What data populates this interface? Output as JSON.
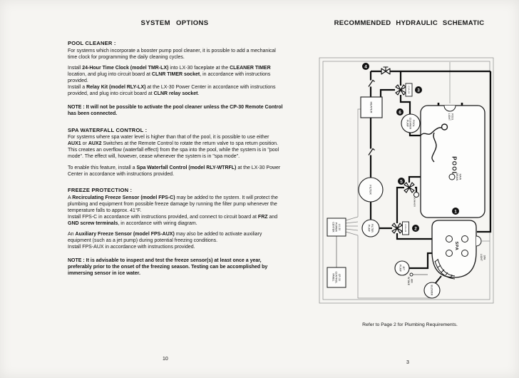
{
  "left": {
    "title": "SYSTEM  OPTIONS",
    "page_number": "10",
    "sections": [
      {
        "heading": "POOL CLEANER :",
        "paragraphs": [
          "For systems which incorporate a booster pump pool cleaner, it is possible to add a mechanical time clock for programming the daily cleaning cycles.",
          "Install **24-Hour Time Clock (model TMR-LX)** into LX-30 faceplate at the **CLEANER TIMER** location, and plug into circuit board at **CLNR TIMER socket**, in accordance with instructions provided.\nInstall a **Relay Kit (model RLY-LX)** at the LX-30 Power Center in accordance with instructions provided, and plug into circuit board at **CLNR relay socket**."
        ],
        "note": "**NOTE :  It will not be possible to activate the pool cleaner unless the CP-30 Remote Control has been connected.**"
      },
      {
        "heading": "SPA WATERFALL CONTROL :",
        "paragraphs": [
          "For systems where spa water level is higher than that of the pool, it is possible to use either **AUX1** or **AUX2** Switches at the Remote Control to rotate the return valve to spa return position.\nThis creates an overflow (waterfall effect) from the spa into the pool, while the system is in \"pool mode\".  The effect will, however, cease whenever the system is in \"spa mode\".",
          "To enable this feature, install a **Spa Waterfall Control (model RLY-WTRFL)** at the LX-30 Power Center in accordance with instructions provided."
        ],
        "note": ""
      },
      {
        "heading": "FREEZE PROTECTION :",
        "paragraphs": [
          "A **Recirculating Freeze Sensor (model FPS-C)** may be added to the system.  It will protect the plumbing and equipment from possible freeze damage by running the filter pump whenever the temperature falls to approx. 41°F.\nInstall FPS-C in accordance with instructions provided, and connect to circuit board at **FRZ** and **GND screw terminals**, in accordance with wiring diagram.",
          "An **Auxiliary Freeze Sensor (model FPS-AUX)** may also be added to activate auxiliary equipment (such as a jet pump) during potential freezing conditions.\nInstall FPS-AUX in accordance with instructions provided."
        ],
        "note": "**NOTE :  It is advisable to inspect and test the freeze sensor(s) at least once a year, preferably prior to the onset of the freezing season.  Testing can be accomplished by immersing sensor in ice water.**"
      }
    ]
  },
  "right": {
    "title": "RECOMMENDED  HYDRAULIC  SCHEMATIC",
    "caption": "Refer to Page 2 for Plumbing Requirements.",
    "page_number": "3",
    "schematic": {
      "labels": {
        "heater": "HEATER",
        "filter": "FILTER",
        "filter_pump_1": "FILTER",
        "filter_pump_2": "PUMP",
        "cleaner_pump_1": "POOL",
        "cleaner_pump_2": "CLEANER",
        "cleaner_pump_3": "PUMP",
        "jet_pump_1": "JET",
        "jet_pump_2": "PUMP",
        "blower": "BLOWER",
        "pool": "POOL",
        "spa": "SPA",
        "pool_light_1": "POOL",
        "pool_light_2": "LIGHT",
        "spa_light_1": "SPA",
        "spa_light_2": "LIGHT",
        "main_drain_1": "MAIN",
        "main_drain_2": "DRAIN",
        "skimmer": "SKIMMER",
        "air_intake_1": "AIR",
        "air_intake_2": "INTAKE",
        "power_center_1": "LX-30",
        "power_center_2": "POWER",
        "power_center_3": "CENTER",
        "control_panel_1": "CP-30",
        "control_panel_2": "CONTROL",
        "control_panel_3": "PANEL",
        "valve_actuator": "CVA-24"
      },
      "callouts": {
        "c1": "1",
        "c2": "2",
        "c3": "3",
        "c4": "4",
        "c5": "5",
        "c6": "6"
      }
    }
  }
}
